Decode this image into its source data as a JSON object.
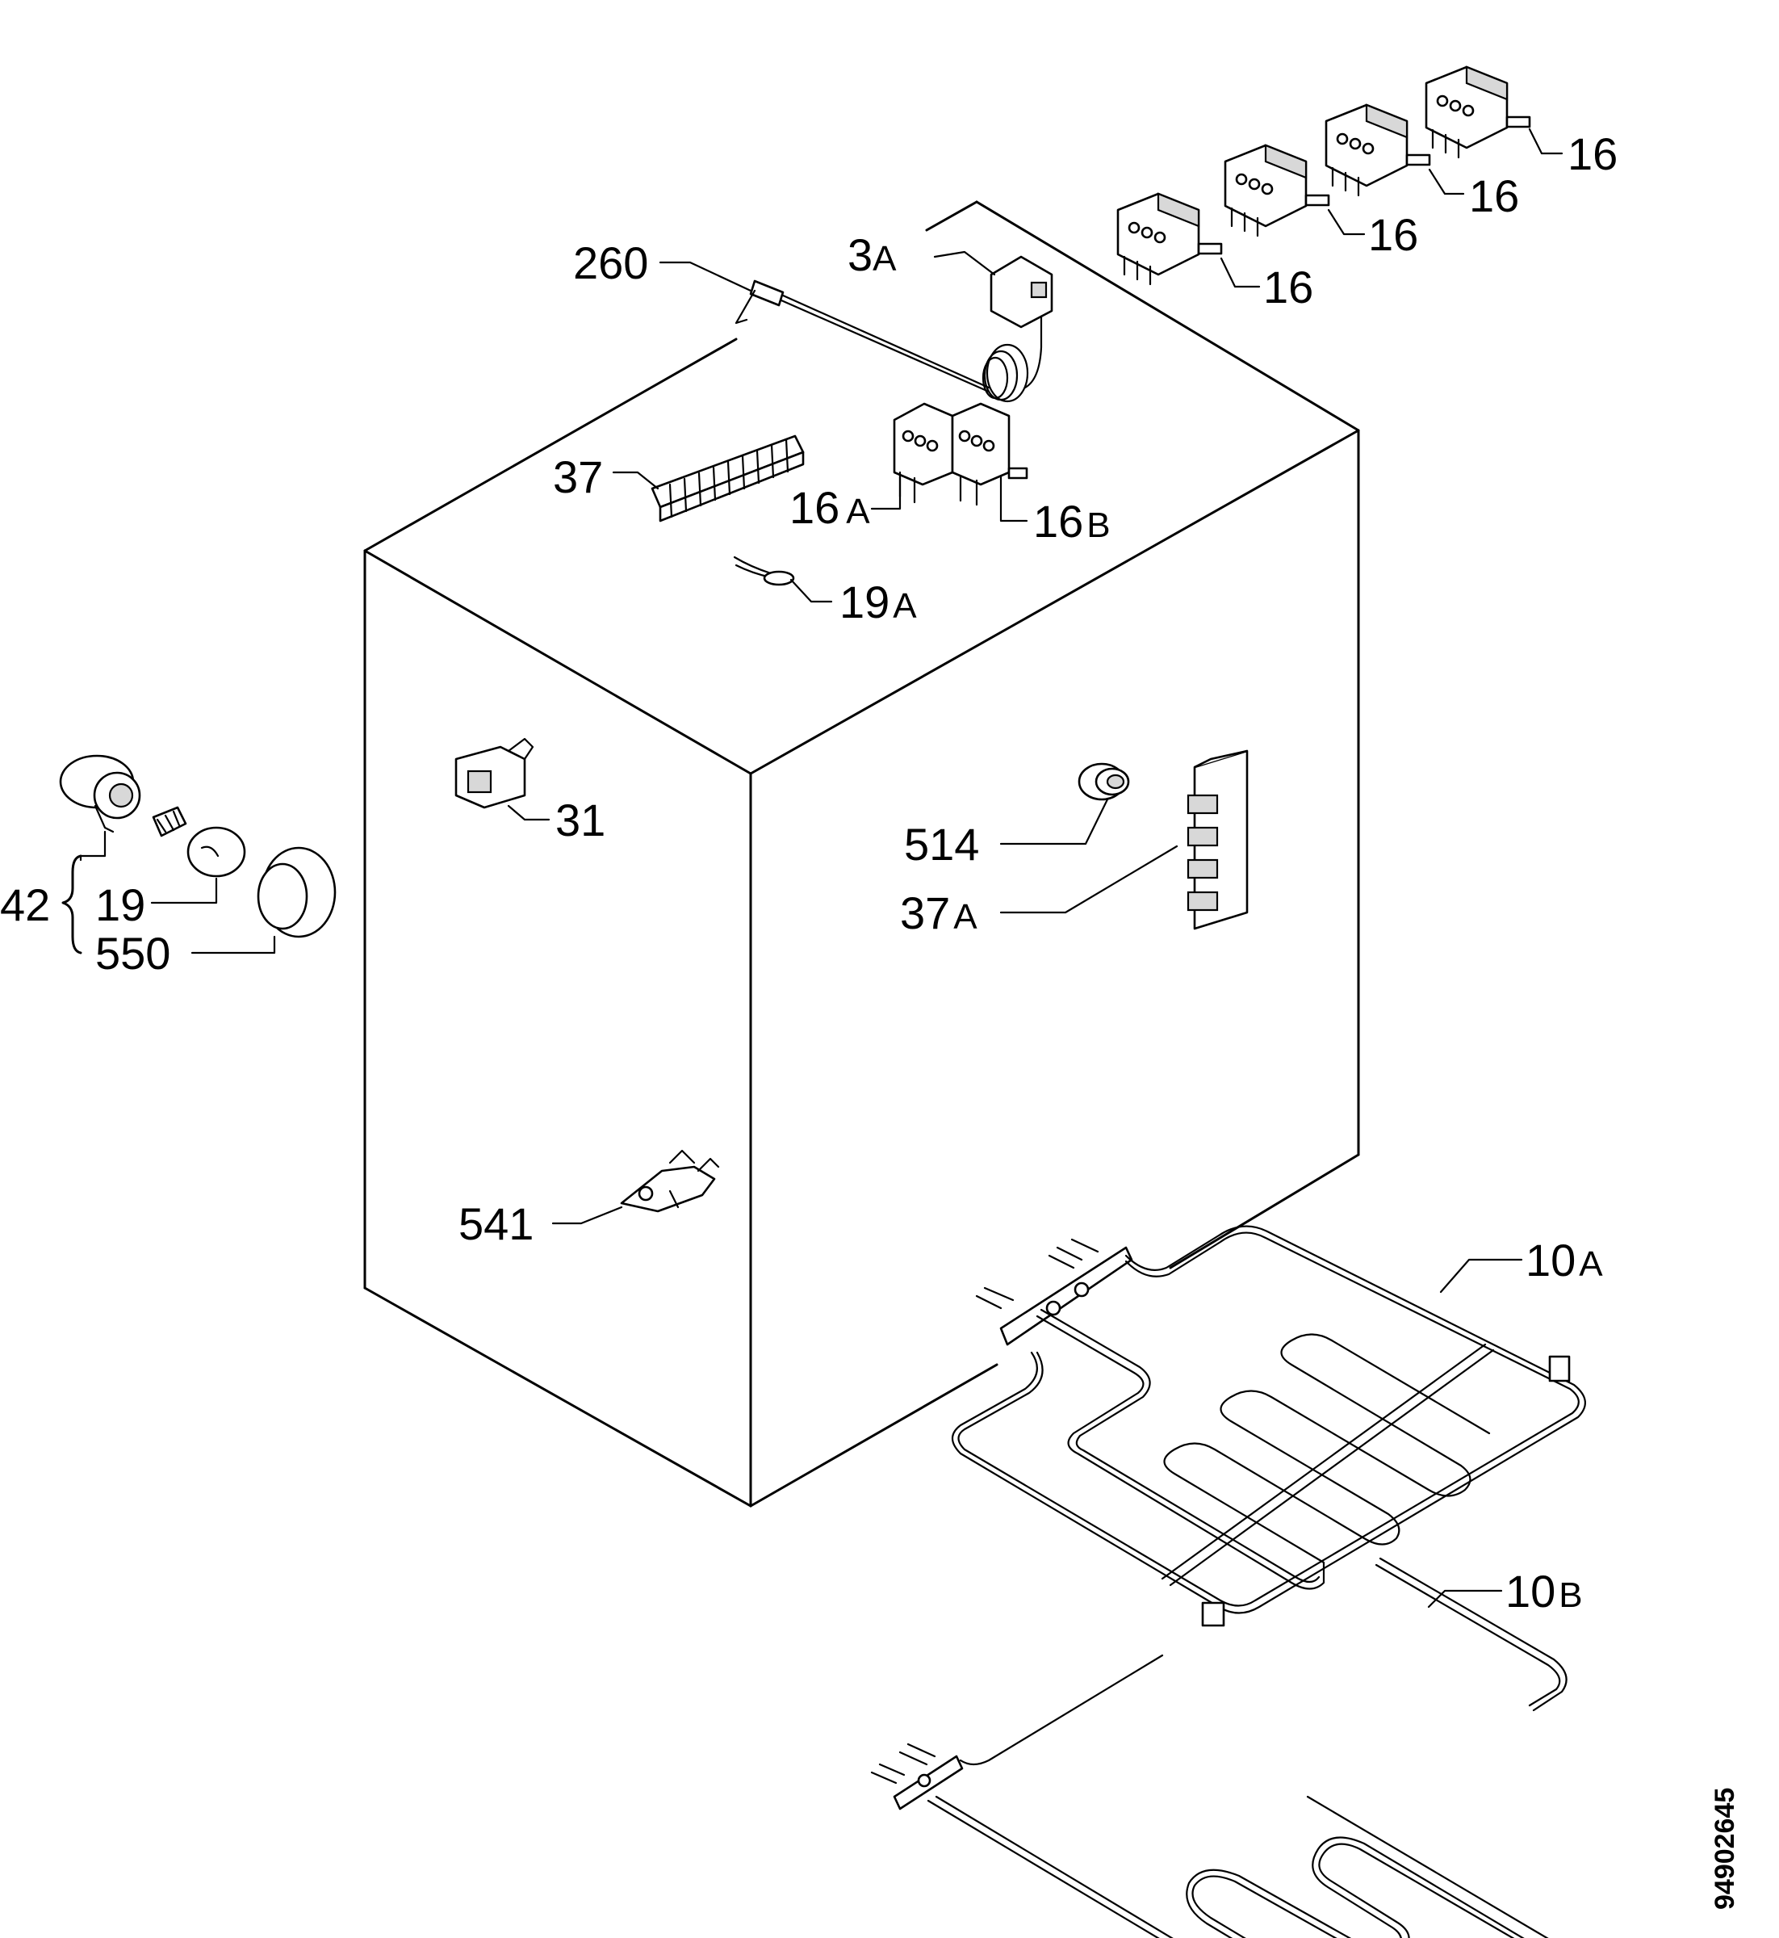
{
  "labels": {
    "l16a": "16",
    "l16b": "16",
    "l16c": "16",
    "l16d": "16",
    "l260": "260",
    "l3a_num": "3",
    "l3a_suf": "A",
    "l37": "37",
    "l16A_num": "16",
    "l16A_suf": "A",
    "l16B_num": "16",
    "l16B_suf": "B",
    "l19A_num": "19",
    "l19A_suf": "A",
    "l31": "31",
    "l514": "514",
    "l37A_num": "37",
    "l37A_suf": "A",
    "l42": "42",
    "l19": "19",
    "l550": "550",
    "l541": "541",
    "l10A_num": "10",
    "l10A_suf": "A",
    "l10B_num": "10",
    "l10B_suf": "B"
  },
  "diagram_code": "94902645"
}
